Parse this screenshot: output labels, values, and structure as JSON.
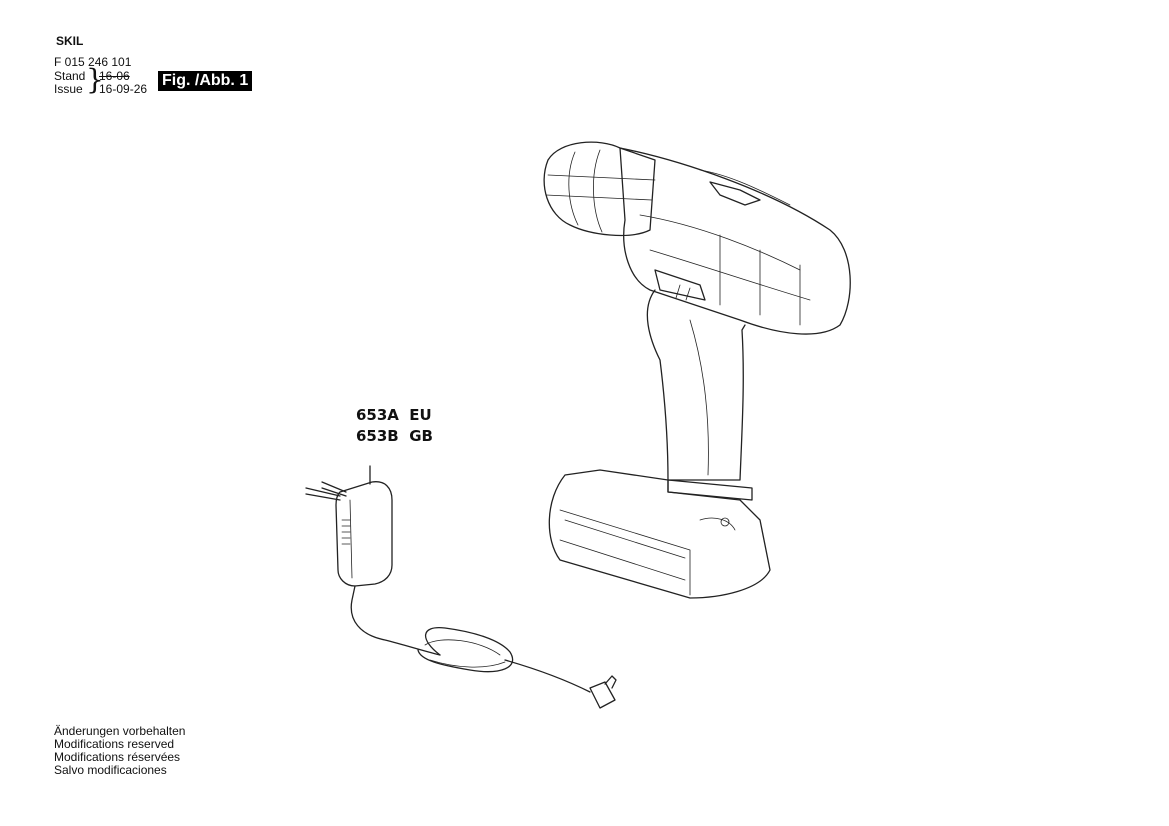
{
  "header": {
    "brand": "SKIL",
    "part_number": "F 015 246 101",
    "stand_label": "Stand",
    "issue_label": "Issue",
    "old_date": "16-06",
    "new_date": "16-09-26",
    "figure_label": "Fig. /Abb. 1"
  },
  "callout": {
    "line1_code": "653A",
    "line1_region": "EU",
    "line2_code": "653B",
    "line2_region": "GB"
  },
  "footer": [
    "Änderungen vorbehalten",
    "Modifications reserved",
    "Modifications réservées",
    "Salvo modificaciones"
  ]
}
